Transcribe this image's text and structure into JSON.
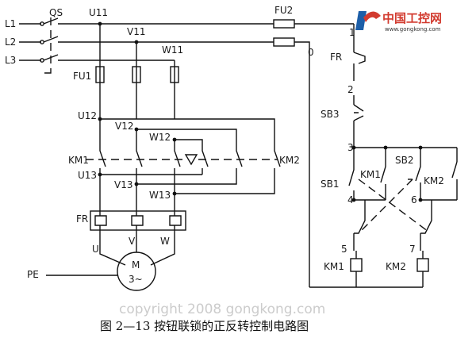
{
  "logo": {
    "name": "中国工控网",
    "url": "www.gongkong.com"
  },
  "labels": {
    "L1": "L1",
    "L2": "L2",
    "L3": "L3",
    "QS": "QS",
    "U11": "U11",
    "V11": "V11",
    "W11": "W11",
    "FU1": "FU1",
    "FU2": "FU2",
    "U12": "U12",
    "V12": "V12",
    "W12": "W12",
    "KM1_main": "KM1",
    "KM2_main": "KM2",
    "U13": "U13",
    "V13": "V13",
    "W13": "W13",
    "FR_main": "FR",
    "U": "U",
    "V": "V",
    "W": "W",
    "M": "M",
    "M_sub": "3~",
    "PE": "PE",
    "node1": "1",
    "node0": "0",
    "FR_ctrl": "FR",
    "node2": "2",
    "SB3": "SB3",
    "node3": "3",
    "SB2": "SB2",
    "SB1": "SB1",
    "KM1_aux": "KM1",
    "KM2_aux": "KM2",
    "node4": "4",
    "node6": "6",
    "node5": "5",
    "node7": "7",
    "KM1_coil": "KM1",
    "KM2_coil": "KM2"
  },
  "watermark": "copyright 2008 gongkong.com",
  "caption": "图 2—13   按钮联锁的正反转控制电路图",
  "colors": {
    "line": "#111111",
    "logo_red": "#d23b2f",
    "logo_blue": "#1d5fa8"
  }
}
